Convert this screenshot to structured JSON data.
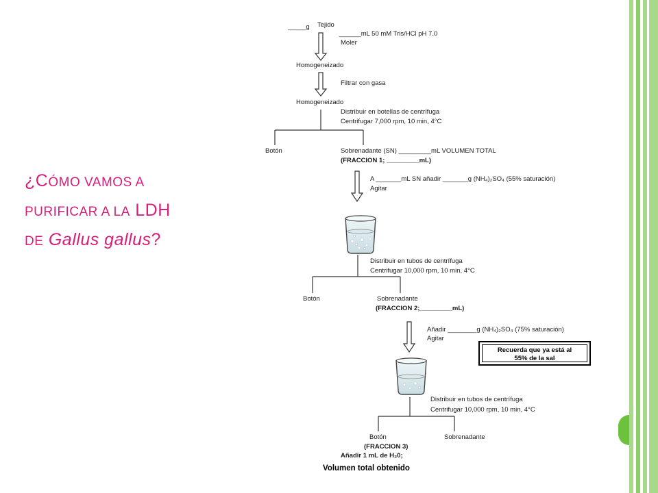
{
  "title": {
    "q": "¿",
    "c": "C",
    "rest1": "ómo vamos a",
    "line2": "purificar a la",
    "ldh": "LDH",
    "de": "de",
    "species": "Gallus gallus",
    "qend": "?"
  },
  "diagram": {
    "tejido_blank": "_____g",
    "tejido": "Tejido",
    "tris": "______mL 50 mM Tris/HCl pH 7.0",
    "moler": "Moler",
    "homog1": "Homogeneizado",
    "filtrar": "Filtrar con gasa",
    "homog2": "Homogeneizado",
    "dist1_a": "Distribuir en botellas de centrífuga",
    "dist1_b": "Centrifugar 7,000 rpm, 10 min, 4°C",
    "boton1": "Botón",
    "sobren1_a": "Sobrenadante (SN) _________mL VOLUMEN TOTAL",
    "sobren1_b": "(FRACCION 1; _________mL)",
    "add1_a": "A  _______mL SN añadir _______g (NH₄)₂SO₄ (55% saturación)",
    "agitar1": "Agitar",
    "dist2_a": "Distribuir en tubos de centrífuga",
    "dist2_b": "Centrifugar 10,000 rpm, 10 min, 4°C",
    "boton2": "Botón",
    "sobren2_a": "Sobrenadante",
    "sobren2_b": "(FRACCION 2;_________mL)",
    "add2_a": "Añadir ________g (NH₄)₂SO₄ (75% saturación)",
    "agitar2": "Agitar",
    "note_line1": "Recuerda que ya está al",
    "note_line2": "55% de la sal",
    "dist3_a": "Distribuir en tubos de centrífuga",
    "dist3_b": "Centrifugar 10,000 rpm, 10 min, 4°C",
    "boton3": "Botón",
    "sobren3": "Sobrenadante",
    "frac3": "(FRACCION 3)",
    "add_h2o": "Añadir 1 mL de H₂0;",
    "vol_total": "Volumen total obtenido"
  },
  "colors": {
    "title": "#d61f7a",
    "border_green": "#a8d98a",
    "tab_green": "#6cc23a"
  }
}
